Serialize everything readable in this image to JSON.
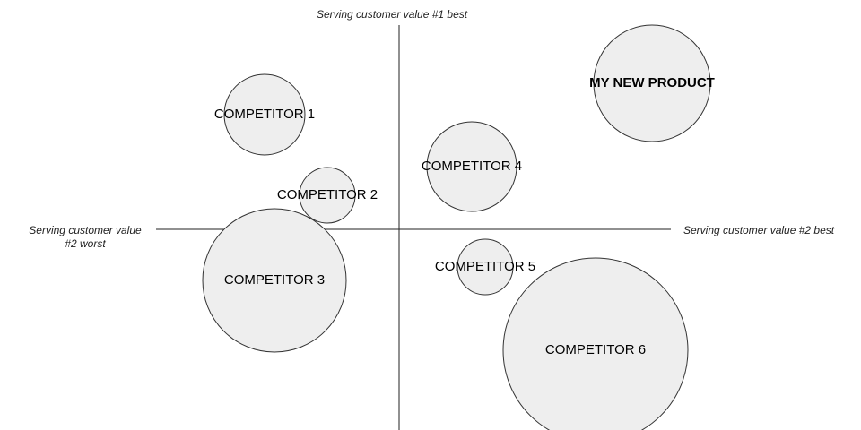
{
  "axes": {
    "top_label": "Serving customer value #1 best",
    "right_label": "Serving customer value #2 best",
    "left_label": "Serving customer value #2 worst"
  },
  "products": [
    {
      "id": "competitor-1",
      "label": "COMPETITOR 1",
      "primary": false
    },
    {
      "id": "competitor-2",
      "label": "COMPETITOR 2",
      "primary": false
    },
    {
      "id": "competitor-3",
      "label": "COMPETITOR 3",
      "primary": false
    },
    {
      "id": "competitor-4",
      "label": "COMPETITOR 4",
      "primary": false
    },
    {
      "id": "competitor-5",
      "label": "COMPETITOR 5",
      "primary": false
    },
    {
      "id": "competitor-6",
      "label": "COMPETITOR 6",
      "primary": false
    },
    {
      "id": "my-new-product",
      "label": "MY NEW PRODUCT",
      "primary": true
    }
  ]
}
